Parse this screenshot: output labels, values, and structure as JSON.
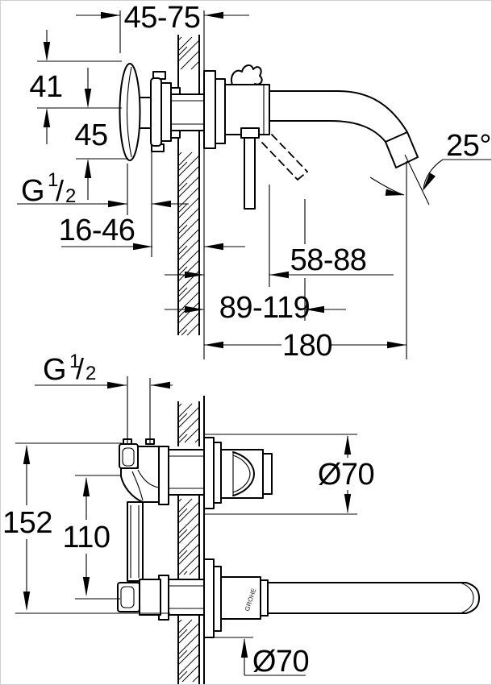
{
  "drawing": {
    "background": "#ffffff",
    "line_color": "#000000",
    "front_view": {
      "dim_wall_offset": "45-75",
      "dim_above_axis": "41",
      "dim_below_axis": "45",
      "thread": {
        "letter": "G",
        "num": "1",
        "slash": "/",
        "den": "2"
      },
      "dim_depth_range": "16-46",
      "dim_lever_clearance": "58-88",
      "dim_lever_reach": "89-119",
      "dim_spout_reach": "180",
      "dim_spout_angle": "25°"
    },
    "rough_in_view": {
      "thread": {
        "letter": "G",
        "num": "1",
        "slash": "/",
        "den": "2"
      },
      "dim_body_height": "152",
      "dim_port_spacing": "110",
      "dim_flange_top": "Ø70",
      "dim_flange_bottom": "Ø70",
      "logo": "GROHE"
    }
  }
}
